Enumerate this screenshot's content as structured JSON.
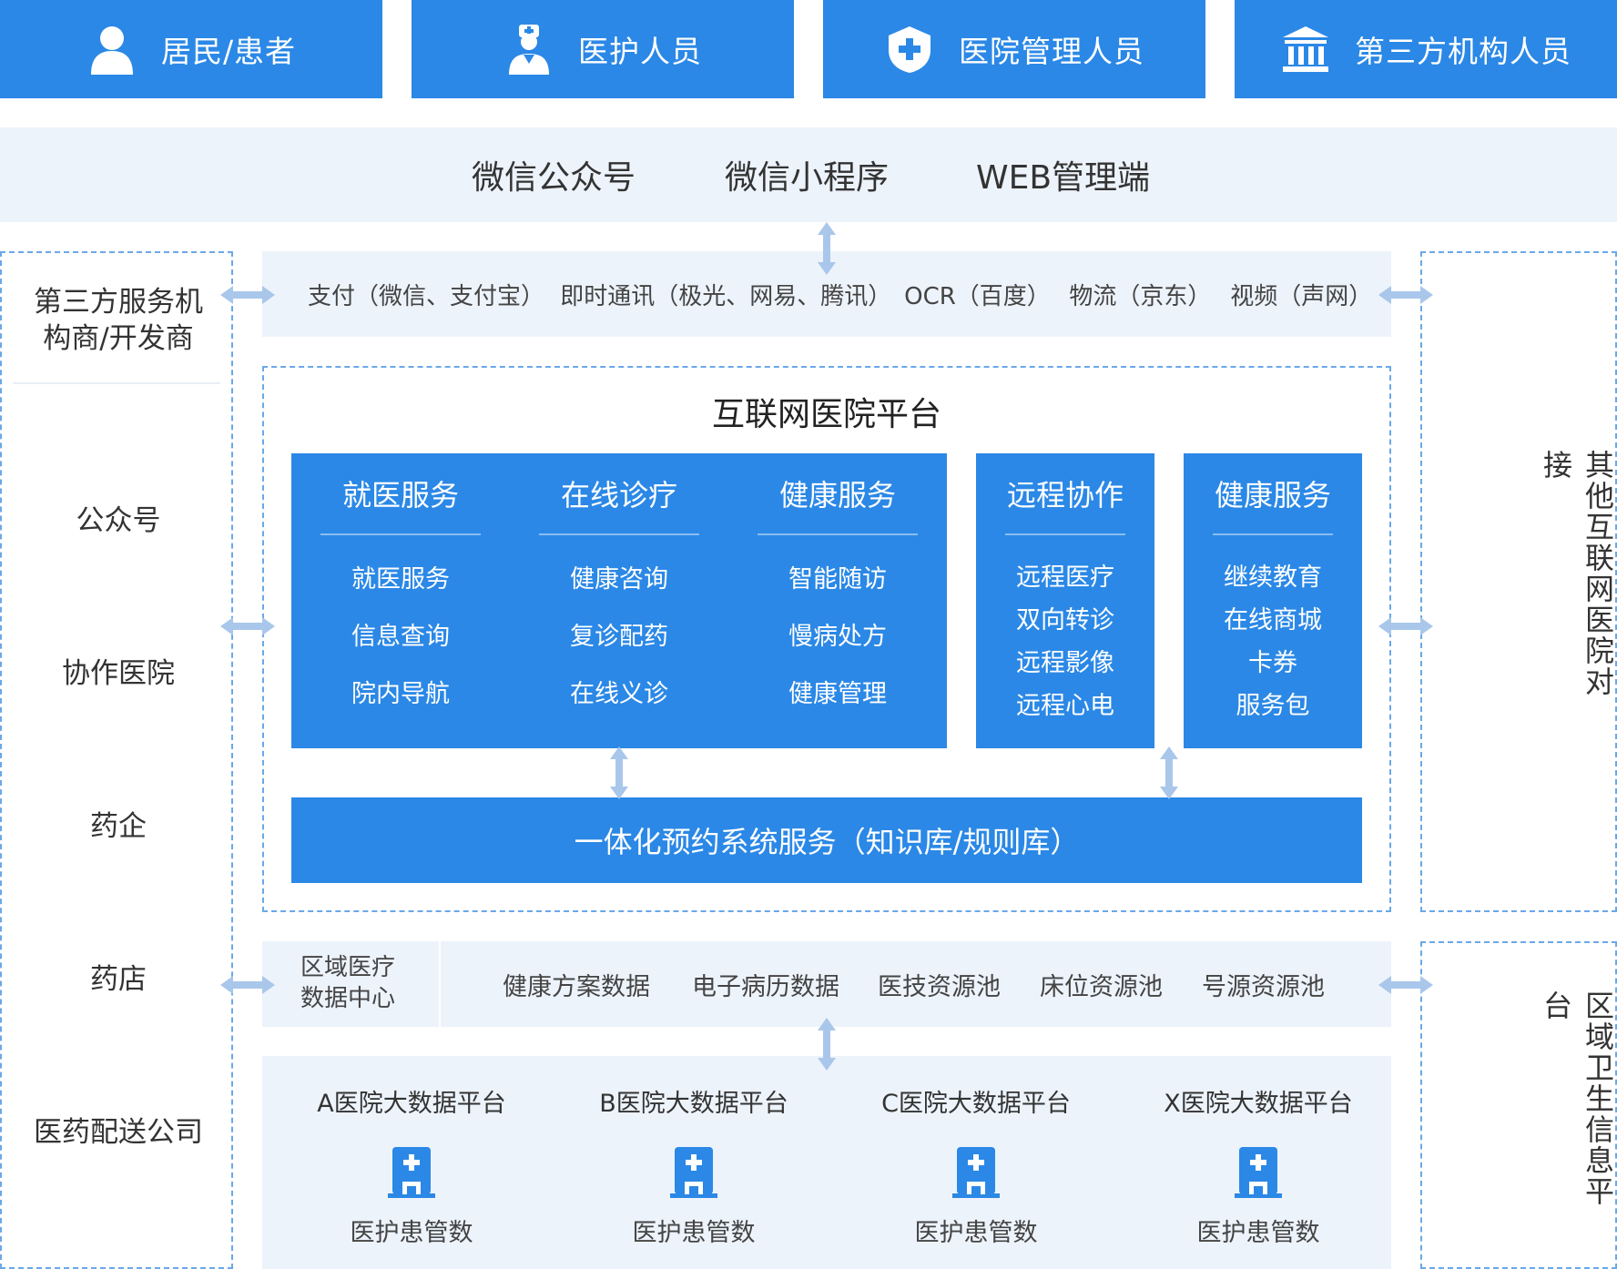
{
  "roles": [
    {
      "label": "居民/患者",
      "icon": "user-icon"
    },
    {
      "label": "医护人员",
      "icon": "doctor-icon"
    },
    {
      "label": "医院管理人员",
      "icon": "medical-cross-icon"
    },
    {
      "label": "第三方机构人员",
      "icon": "institution-icon"
    }
  ],
  "channels": [
    "微信公众号",
    "微信小程序",
    "WEB管理端"
  ],
  "left_panel": {
    "header": [
      "第三方服务机",
      "构商/开发商"
    ],
    "items": [
      "公众号",
      "协作医院",
      "药企",
      "药店",
      "医药配送公司"
    ]
  },
  "third_party_services": [
    "支付（微信、支付宝）",
    "即时通讯（极光、网易、腾讯）",
    "OCR（百度）",
    "物流（京东）",
    "视频（声网）"
  ],
  "platform": {
    "title": "互联网医院平台",
    "columns": [
      {
        "title": "就医服务",
        "items": [
          "就医服务",
          "信息查询",
          "院内导航"
        ]
      },
      {
        "title": "在线诊疗",
        "items": [
          "健康咨询",
          "复诊配药",
          "在线义诊"
        ]
      },
      {
        "title": "健康服务",
        "items": [
          "智能随访",
          "慢病处方",
          "健康管理"
        ]
      },
      {
        "title": "远程协作",
        "items": [
          "远程医疗",
          "双向转诊",
          "远程影像",
          "远程心电"
        ]
      },
      {
        "title": "健康服务",
        "items": [
          "继续教育",
          "在线商城",
          "卡券",
          "服务包"
        ]
      }
    ],
    "integrated_service": "一体化预约系统服务（知识库/规则库）"
  },
  "right_panel": {
    "top": "其他互联网医院对接",
    "bottom": "区域卫生信息平台"
  },
  "regional_data": {
    "label": [
      "区域医疗",
      "数据中心"
    ],
    "items": [
      "健康方案数据",
      "电子病历数据",
      "医技资源池",
      "床位资源池",
      "号源资源池"
    ]
  },
  "hospitals": [
    {
      "title": "A医院大数据平台",
      "caption": "医护患管数"
    },
    {
      "title": "B医院大数据平台",
      "caption": "医护患管数"
    },
    {
      "title": "C医院大数据平台",
      "caption": "医护患管数"
    },
    {
      "title": "X医院大数据平台",
      "caption": "医护患管数"
    }
  ],
  "colors": {
    "primary": "#2b88e6",
    "band": "#edf3fb",
    "dashed": "#6aa8e8",
    "arrow": "#a9c7ea"
  }
}
